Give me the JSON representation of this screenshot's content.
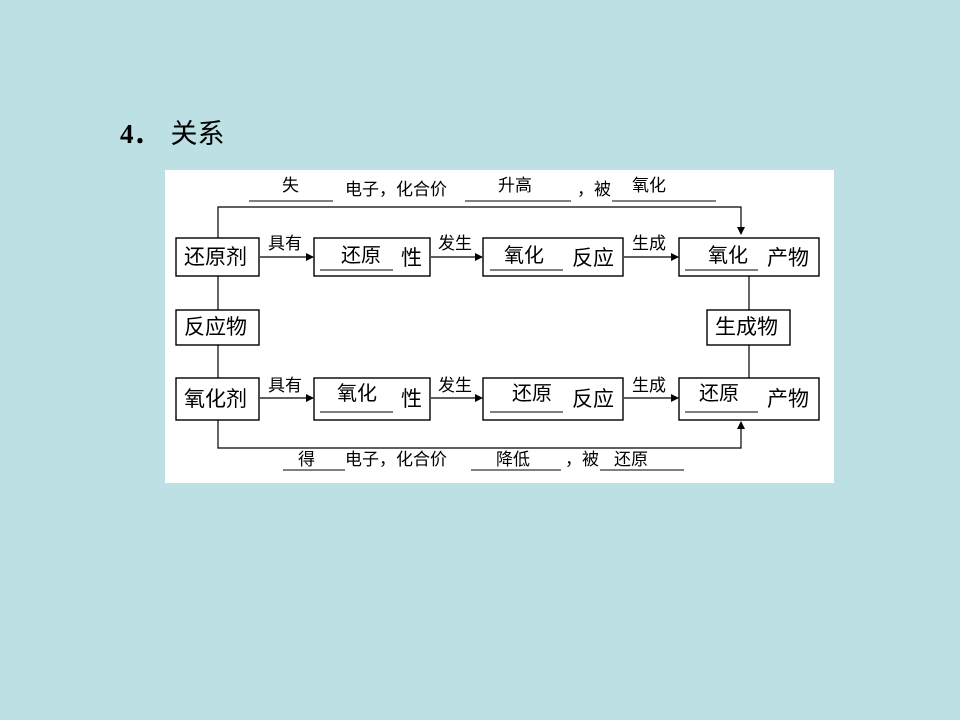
{
  "title": {
    "number": "4．",
    "text": "关系"
  },
  "diagram": {
    "top_line": {
      "blank1": "失",
      "text1": "电子，化合价",
      "blank2": "升高",
      "text2": "，被",
      "blank3": "氧化"
    },
    "bottom_line": {
      "blank1": "得",
      "text1": "电子，化合价",
      "blank2": "降低",
      "text2": "，被",
      "blank3": "还原"
    },
    "row1": {
      "agent": "还原剂",
      "arrow1": "具有",
      "property_blank": "还原",
      "property_suffix": "性",
      "arrow2": "发生",
      "reaction_blank": "氧化",
      "reaction_suffix": "反应",
      "arrow3": "生成",
      "product_blank": "氧化",
      "product_suffix": "产物"
    },
    "middle": {
      "left": "反应物",
      "right": "生成物"
    },
    "row2": {
      "agent": "氧化剂",
      "arrow1": "具有",
      "property_blank": "氧化",
      "property_suffix": "性",
      "arrow2": "发生",
      "reaction_blank": "还原",
      "reaction_suffix": "反应",
      "arrow3": "生成",
      "product_blank": "还原",
      "product_suffix": "产物"
    }
  }
}
